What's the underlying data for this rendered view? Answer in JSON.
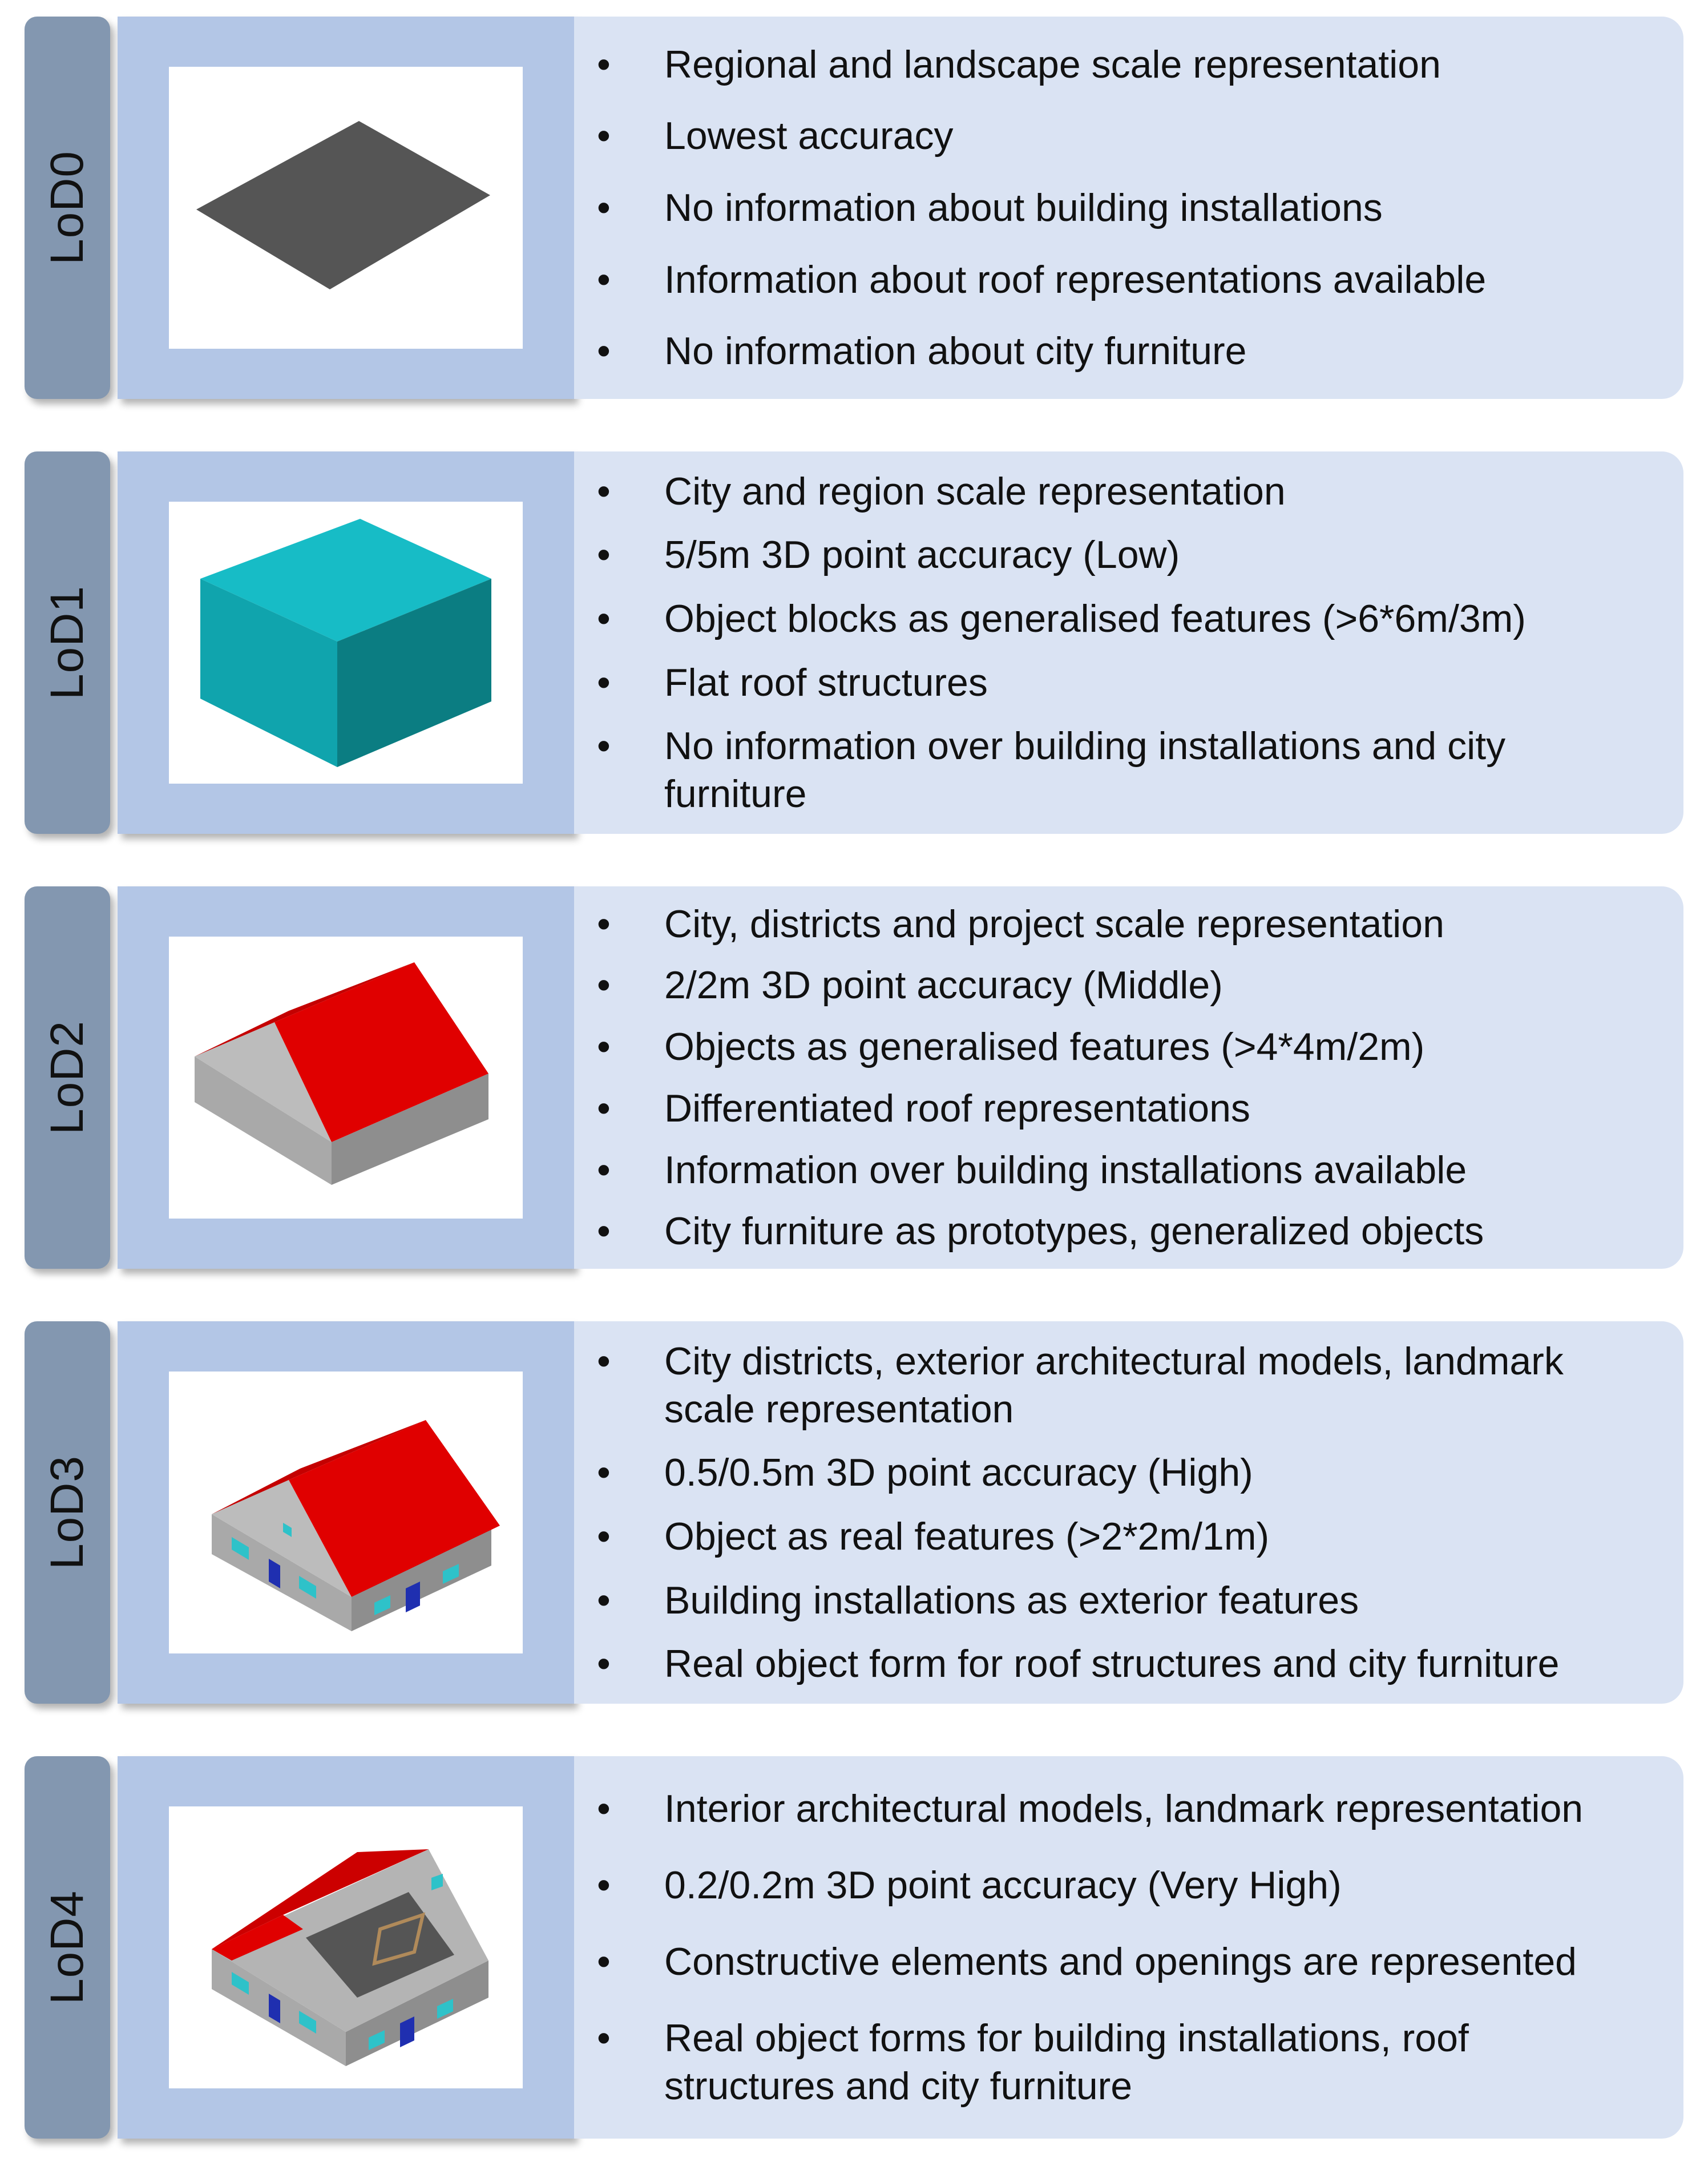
{
  "levels": [
    {
      "label": "LoD0",
      "bullets": [
        "Regional and landscape scale representation",
        "Lowest accuracy",
        "No information about building installations",
        "Information about roof representations available",
        "No information about city furniture"
      ]
    },
    {
      "label": "LoD1",
      "bullets": [
        "City and region scale representation",
        "5/5m 3D point accuracy (Low)",
        "Object blocks as generalised features (>6*6m/3m)",
        "Flat roof structures",
        "No information over building installations and city furniture"
      ]
    },
    {
      "label": "LoD2",
      "bullets": [
        "City, districts and project scale representation",
        "2/2m 3D point accuracy (Middle)",
        "Objects as generalised features (>4*4m/2m)",
        "Differentiated roof representations",
        "Information over building installations available",
        "City furniture as prototypes, generalized objects"
      ]
    },
    {
      "label": "LoD3",
      "bullets": [
        "City districts, exterior architectural models, landmark scale representation",
        "0.5/0.5m 3D point accuracy (High)",
        "Object as real features (>2*2m/1m)",
        "Building installations as exterior features",
        "Real object form for roof structures and city furniture"
      ]
    },
    {
      "label": "LoD4",
      "bullets": [
        "Interior architectural models, landmark representation",
        "0.2/0.2m 3D point accuracy (Very High)",
        "Constructive elements and openings are represented",
        "Real object forms for building installations, roof structures and city furniture"
      ]
    }
  ],
  "colors": {
    "tab": "#8397b0",
    "frame": "#b3c6e6",
    "text_panel": "#dae3f3",
    "plane": "#555555",
    "block_top": "#17bcc6",
    "block_left": "#10a4ad",
    "block_right": "#0b7d82",
    "roof": "#e00000",
    "wall": "#a9a9a9",
    "window": "#2ec2c9",
    "door": "#1f2fb0"
  },
  "icons": [
    "flat-plane-icon",
    "box-block-icon",
    "gabled-house-icon",
    "detailed-house-icon",
    "interior-house-icon"
  ]
}
